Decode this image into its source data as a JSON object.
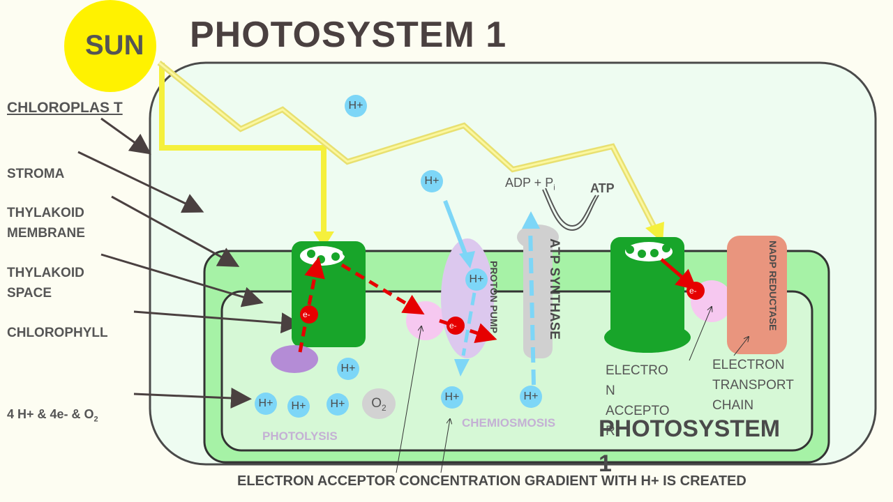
{
  "title": "PHOTOSYSTEM 1",
  "sun_label": "SUN",
  "left_labels": {
    "chloroplast": "CHLOROPLAS T",
    "stroma": "STROMA",
    "thylakoid_membrane_1": "THYLAKOID",
    "thylakoid_membrane_2": "MEMBRANE",
    "thylakoid_space_1": "THYLAKOID",
    "thylakoid_space_2": "SPACE",
    "chlorophyll": "CHLOROPHYLL",
    "products": "4 H+ & 4e- & O",
    "products_sub": "2"
  },
  "ion_label": "H+",
  "o2": {
    "main": "O",
    "sub": "2"
  },
  "electron_symbol": "e-",
  "adp": {
    "main": "ADP + P",
    "sub": "i"
  },
  "atp": "ATP",
  "proton_pump": "PROTON PUMP",
  "atp_synthase": "ATP SYNTHASE",
  "nadp_reductase": "NADP REDUCTASE",
  "photolysis": "PHOTOLYSIS",
  "chemiosmosis": "CHEMIOSMOSIS",
  "electron_acceptor_right": [
    "ELECTRO",
    "N",
    "ACCEPTO",
    "R"
  ],
  "etc": [
    "ELECTRON",
    "TRANSPORT",
    "CHAIN"
  ],
  "photosystem_label": [
    "PHOTOSYSTEM",
    "1"
  ],
  "bottom_caption": "ELECTRON ACCEPTOR  CONCENTRATION GRADIENT WITH H+ IS CREATED",
  "colors": {
    "sun": "#fff200",
    "light_ray": "#f5f03c",
    "chloroplast_fill": "#eefcf1",
    "thylakoid_outer": "#a6f2a6",
    "thylakoid_inner": "#d6f8d6",
    "photosystem": "#18a52a",
    "electron": "#e60000",
    "acceptor": "#f6c8f0",
    "proton_pump": "#dcc8ee",
    "atp_synthase": "#d0d0d0",
    "nadp_reductase": "#e9957e",
    "hydrogen_ion": "#7dd6f7"
  }
}
